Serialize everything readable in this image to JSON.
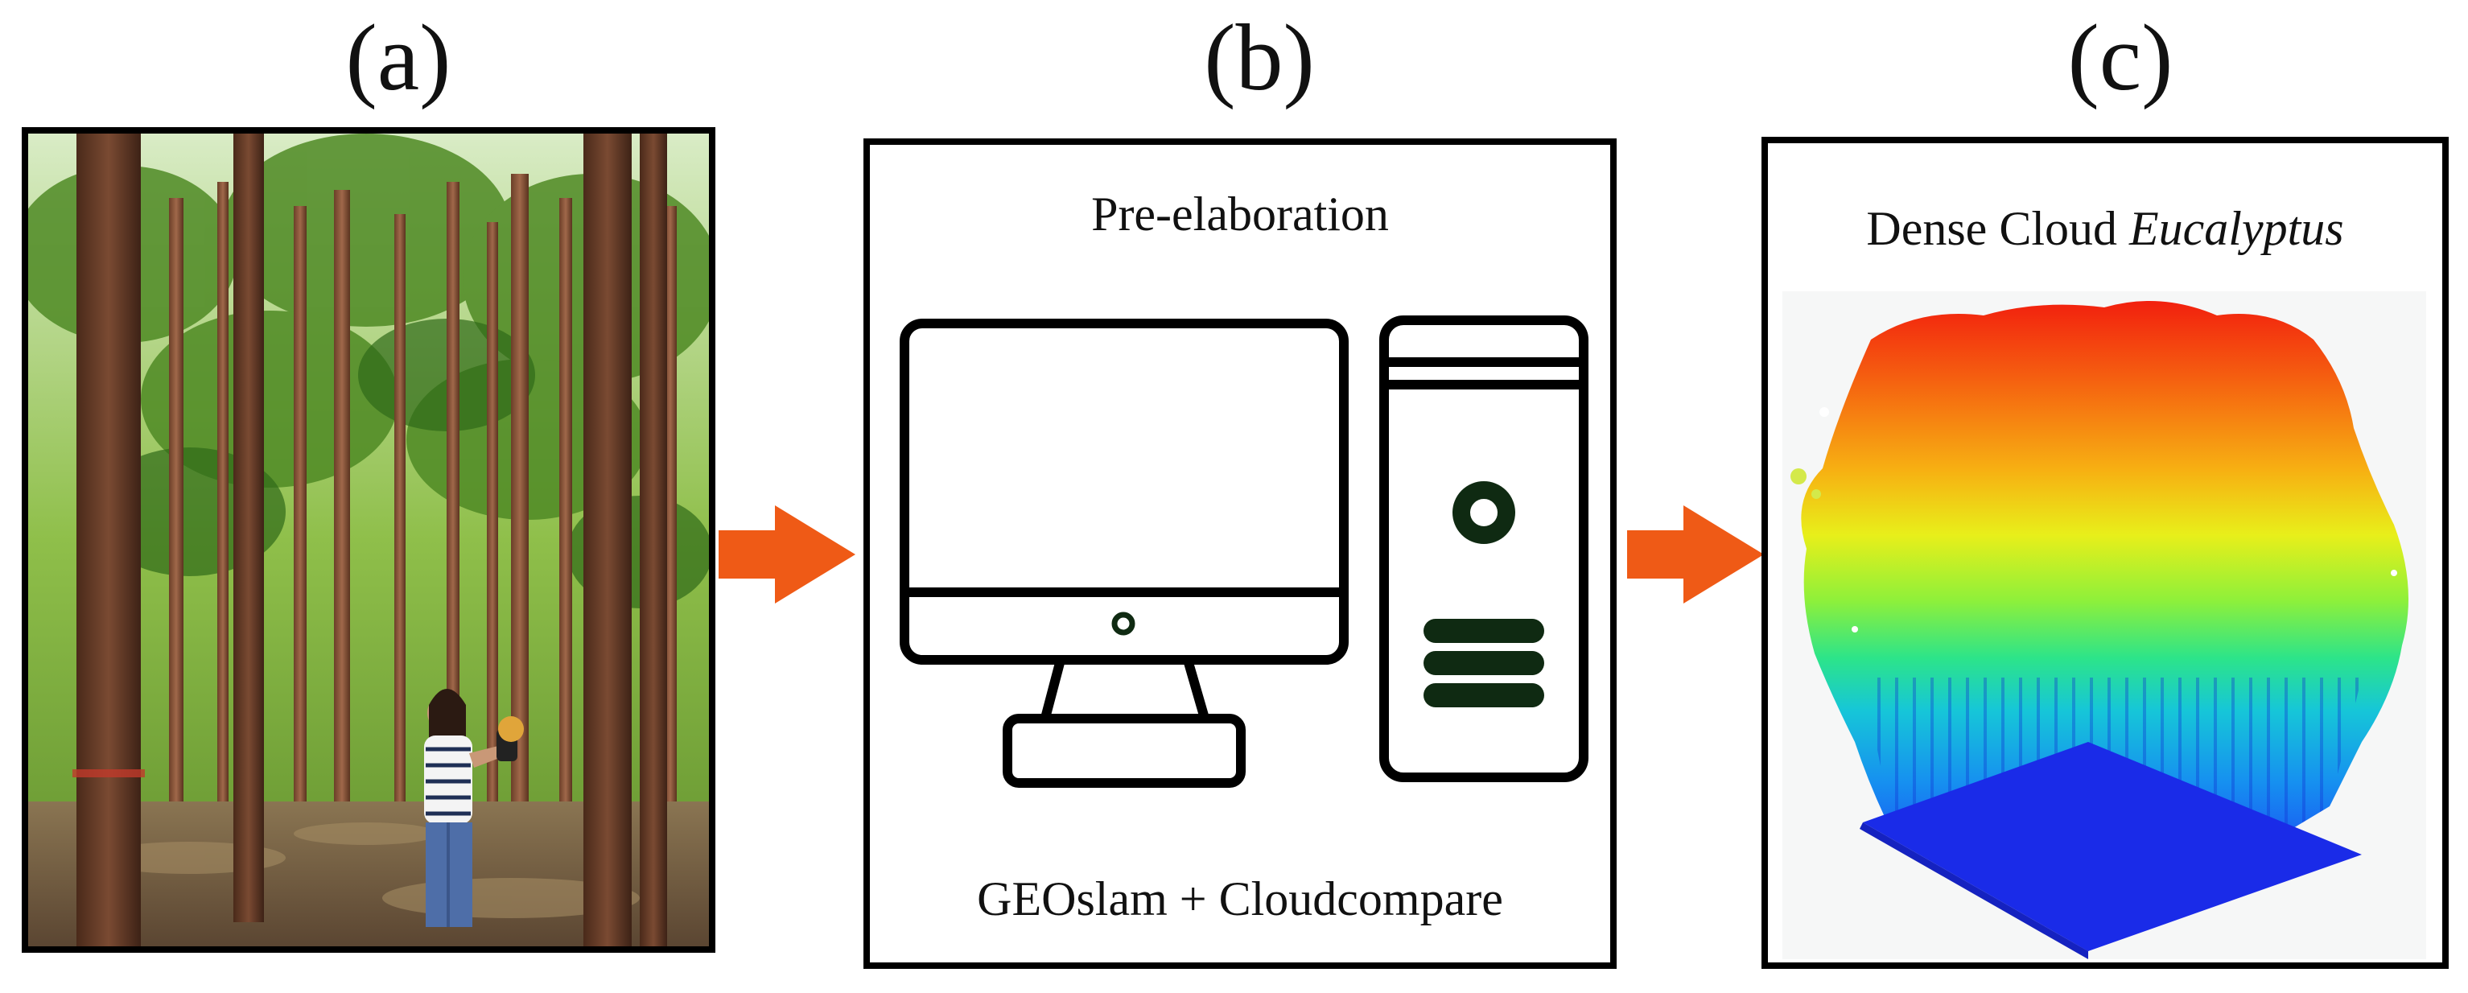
{
  "labels": {
    "a": "(a)",
    "b": "(b)",
    "c": "(c)"
  },
  "panel_b": {
    "title": "Pre-elaboration",
    "caption": "GEOslam + Cloudcompare"
  },
  "panel_c": {
    "title_plain": "Dense Cloud",
    "title_italic": "Eucalyptus"
  },
  "icons": {
    "panel_a": "forest-photo-with-person-scanning",
    "panel_b_monitor": "monitor-icon",
    "panel_b_tower": "computer-tower-icon",
    "panel_c": "point-cloud-image",
    "arrows": "arrow-right-icon"
  },
  "colors": {
    "arrow": "#ef5a16",
    "tower_detail": "#0f2a12",
    "frame": "#000000"
  }
}
